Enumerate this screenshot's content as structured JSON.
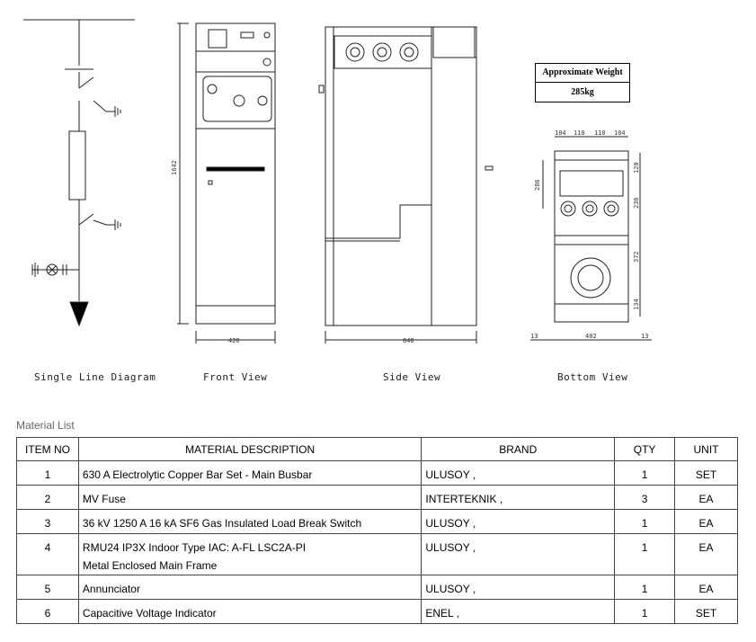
{
  "views": {
    "single_line": "Single Line Diagram",
    "front": "Front View",
    "side": "Side View",
    "bottom": "Bottom View"
  },
  "dimensions": {
    "front_height": "1642",
    "front_width": "420",
    "side_width": "848",
    "bottom_top": [
      "104",
      "110",
      "110",
      "104"
    ],
    "bottom_left": "286",
    "bottom_right": [
      "120",
      "236",
      "372",
      "134"
    ],
    "bottom_width": "402",
    "bottom_margin_left": "13",
    "bottom_margin_right": "13"
  },
  "weight": {
    "title": "Approximate Weight",
    "value": "285kg"
  },
  "material_list": {
    "title": "Material List",
    "headers": [
      "ITEM NO",
      "MATERIAL DESCRIPTION",
      "BRAND",
      "QTY",
      "UNIT"
    ],
    "rows": [
      {
        "item": "1",
        "desc": [
          "630 A  Electrolytic Copper Bar Set - Main Busbar"
        ],
        "brand": "ULUSOY ,",
        "qty": "1",
        "unit": "SET"
      },
      {
        "item": "2",
        "desc": [
          "MV Fuse"
        ],
        "brand": "INTERTEKNIK ,",
        "qty": "3",
        "unit": "EA"
      },
      {
        "item": "3",
        "desc": [
          "36 kV  1250 A  16 kA  SF6 Gas Insulated Load Break Switch"
        ],
        "brand": "ULUSOY ,",
        "qty": "1",
        "unit": "EA"
      },
      {
        "item": "4",
        "desc": [
          "RMU24  IP3X  Indoor Type  IAC: A-FL LSC2A-PI",
          "Metal Enclosed Main Frame"
        ],
        "brand": "ULUSOY ,",
        "qty": "1",
        "unit": "EA"
      },
      {
        "item": "5",
        "desc": [
          "Annunciator"
        ],
        "brand": "ULUSOY ,",
        "qty": "1",
        "unit": "EA"
      },
      {
        "item": "6",
        "desc": [
          "Capacitive Voltage Indicator"
        ],
        "brand": "ENEL ,",
        "qty": "1",
        "unit": "SET"
      }
    ]
  }
}
